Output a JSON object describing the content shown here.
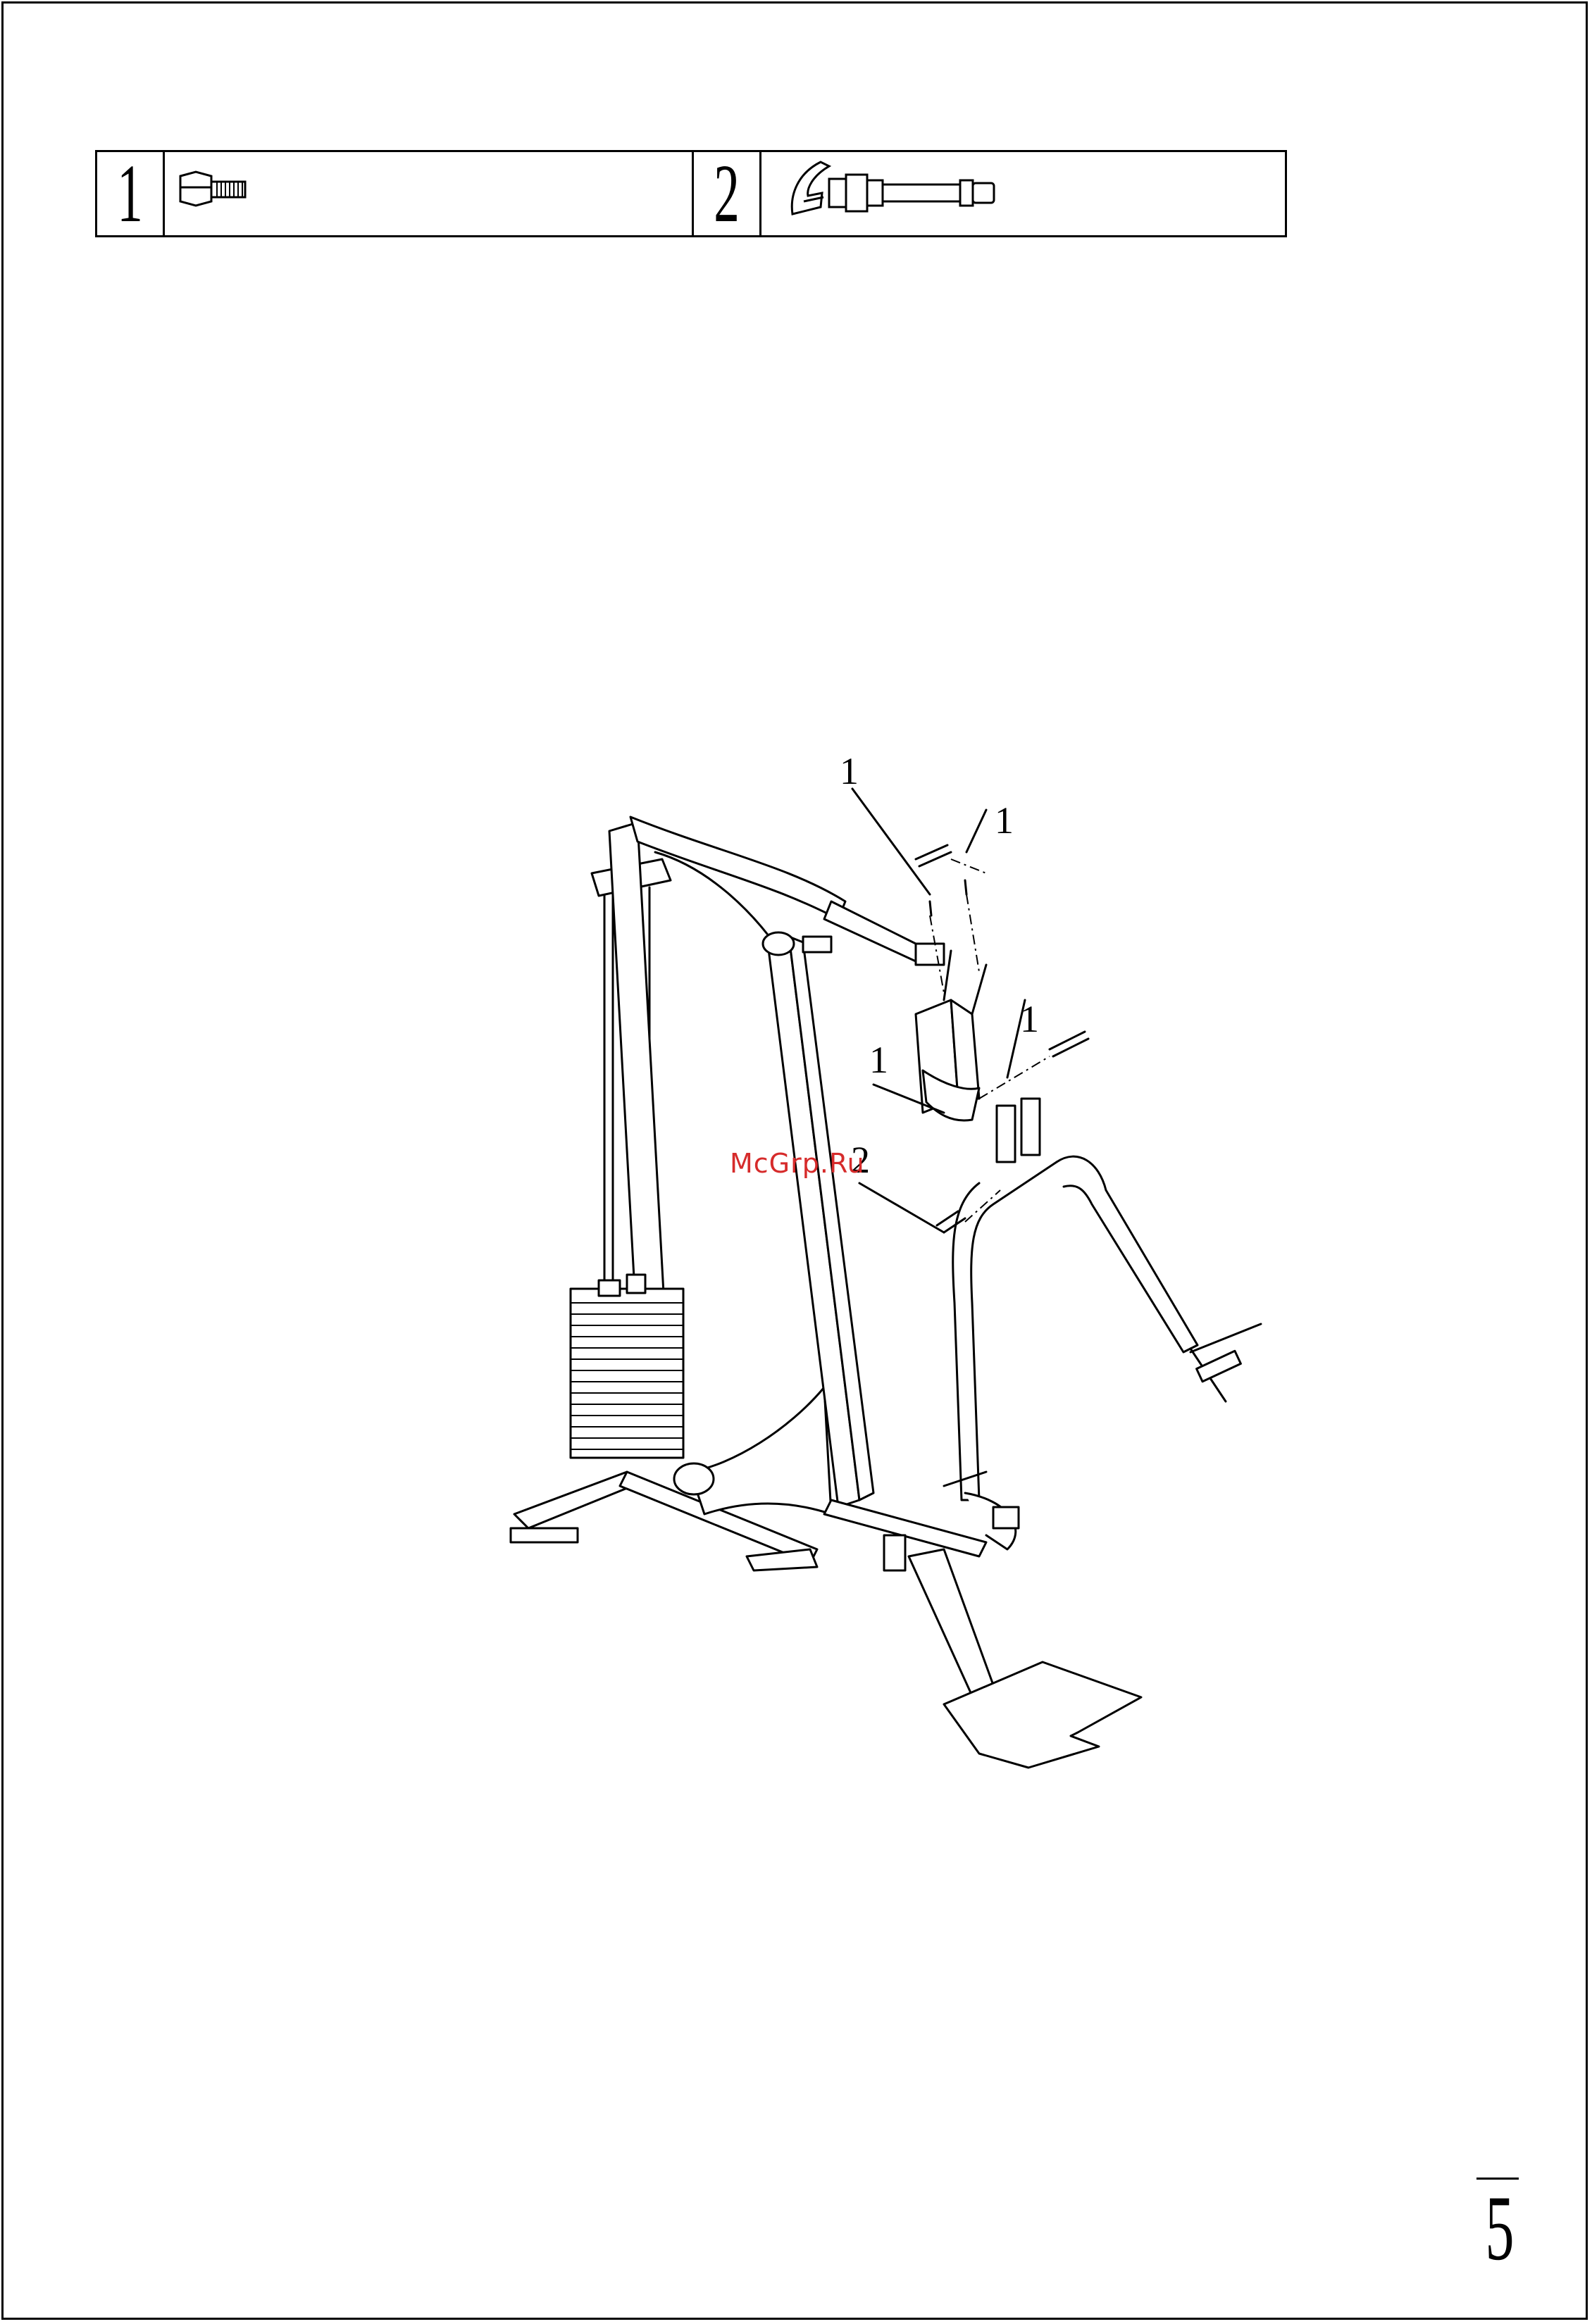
{
  "parts": [
    {
      "number": "1",
      "icon": "bolt-icon"
    },
    {
      "number": "2",
      "icon": "pop-pin-icon"
    }
  ],
  "callouts": [
    "1",
    "1",
    "1",
    "1",
    "2"
  ],
  "watermark": "McGrp.Ru",
  "page_number": "5",
  "colors": {
    "line": "#000000",
    "watermark": "#d62b2b"
  }
}
